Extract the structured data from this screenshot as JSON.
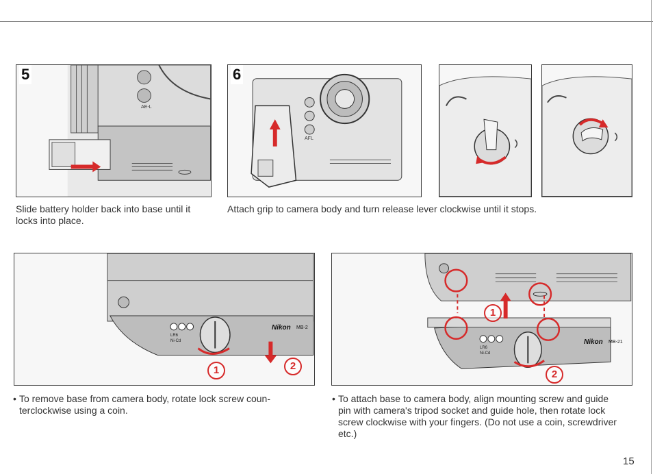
{
  "steps": {
    "step5": {
      "number": "5",
      "caption": "Slide battery holder back into base until it locks into place."
    },
    "step6": {
      "number": "6",
      "caption": "Attach grip to camera body and turn release lever clockwise until it stops."
    }
  },
  "bottom": {
    "remove": {
      "text": "To remove base from camera body, rotate lock screw coun-terclockwise using a coin."
    },
    "attach": {
      "text": "To attach base to camera body, align mounting screw and guide pin with camera's tripod socket and guide hole, then rotate lock screw clockwise with your fingers. (Do not use a coin, screwdriver etc.)"
    }
  },
  "labels": {
    "bullet": "•",
    "circled_1": "1",
    "circled_2": "2",
    "ael": "AE-L",
    "afl": "AFL",
    "nikon_brand": "Nikon",
    "model_left": "MB-2",
    "model_right": "MB-21",
    "lr6": "LR6",
    "nicd": "Ni-Cd"
  },
  "page": {
    "number": "15"
  },
  "colors": {
    "accent_red": "#d62a2a",
    "line": "#3a3a3a"
  }
}
